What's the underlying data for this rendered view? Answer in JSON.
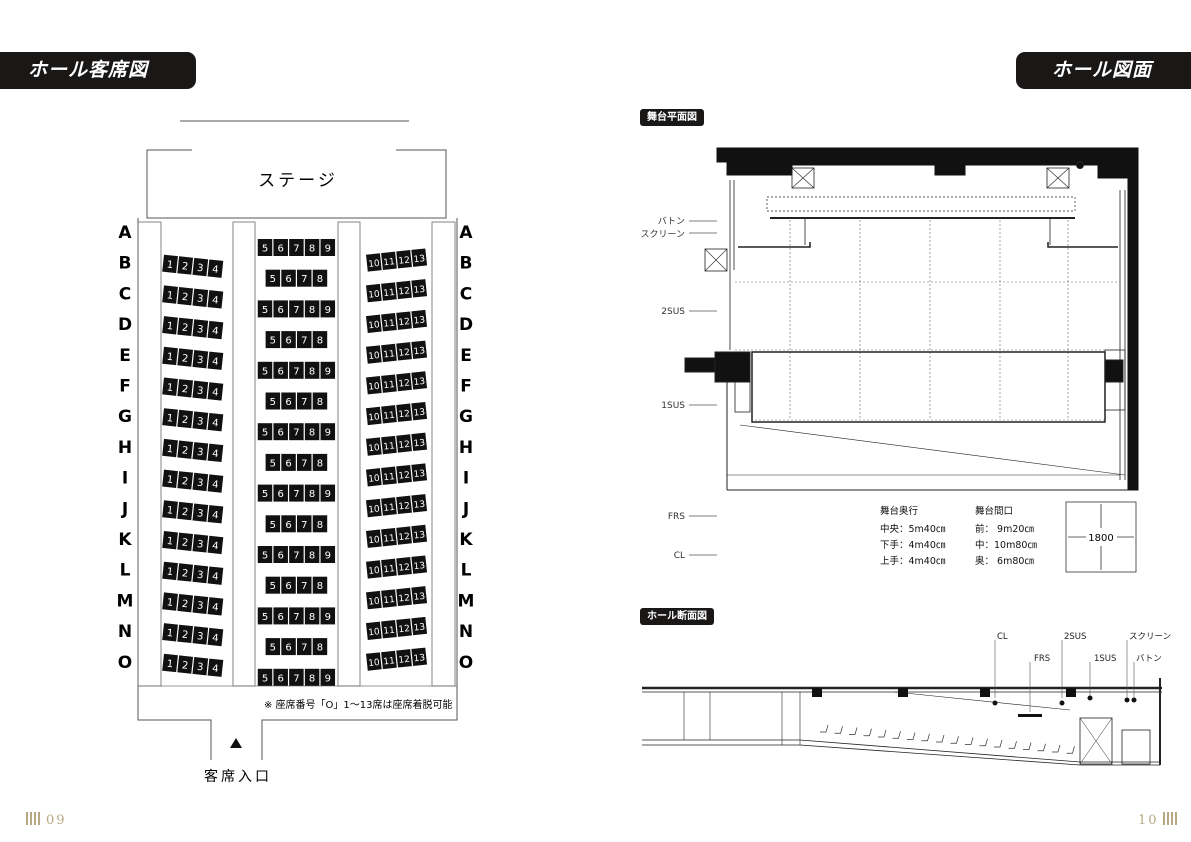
{
  "left_page": {
    "header": "ホール客席図",
    "stage_label": "ステージ",
    "row_labels": [
      "A",
      "B",
      "C",
      "D",
      "E",
      "F",
      "G",
      "H",
      "I",
      "J",
      "K",
      "L",
      "M",
      "N",
      "O"
    ],
    "left_block_seats": [
      "1",
      "2",
      "3",
      "4"
    ],
    "center_long_seats": [
      "5",
      "6",
      "7",
      "8",
      "9"
    ],
    "center_short_seats": [
      "5",
      "6",
      "7",
      "8"
    ],
    "right_block_seats": [
      "10",
      "11",
      "12",
      "13"
    ],
    "note": "※ 座席番号「O」1～13席は座席着脱可能",
    "entrance_label": "客席入口",
    "entrance_icon": "up-triangle-icon",
    "page_number": "09"
  },
  "right_page": {
    "header": "ホール図面",
    "plan_label": "舞台平面図",
    "plan_side_labels": {
      "baton": "バトン",
      "screen": "スクリーン",
      "sus2": "2SUS",
      "sus1": "1SUS",
      "frs": "FRS",
      "cl": "CL"
    },
    "depth": {
      "title": "舞台奥行",
      "rows": [
        "中央：5m40㎝",
        "下手：4m40㎝",
        "上手：4m40㎝"
      ]
    },
    "opening": {
      "title": "舞台間口",
      "rows": [
        "前：  9m20㎝",
        "中：10m80㎝",
        "奥：  6m80㎝"
      ]
    },
    "dimension_box": "1800",
    "section_label": "ホール断面図",
    "section_labels": {
      "cl": "CL",
      "sus2": "2SUS",
      "frs": "FRS",
      "sus1": "1SUS",
      "screen": "スクリーン",
      "baton": "バトン"
    },
    "page_number": "10"
  }
}
